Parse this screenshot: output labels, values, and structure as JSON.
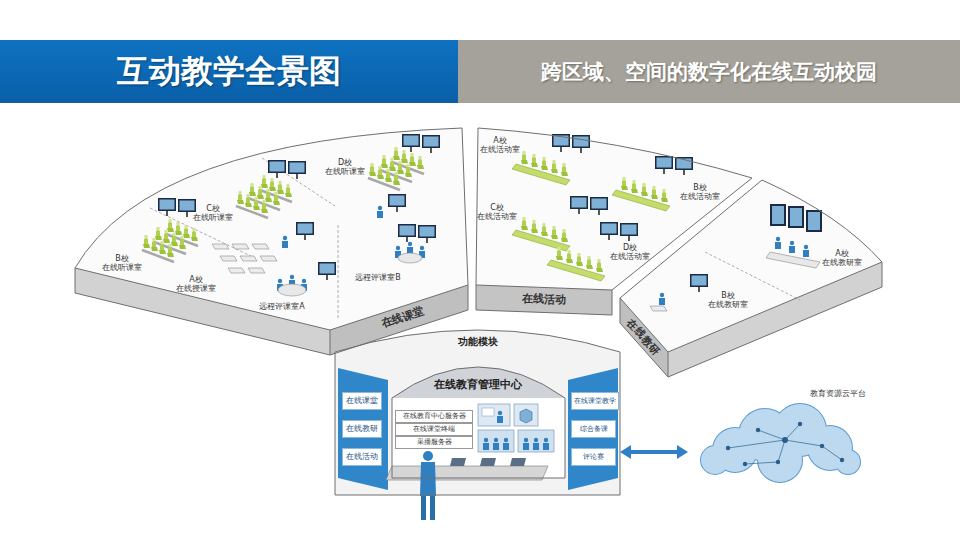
{
  "diagram": {
    "title": "互动教学全景图",
    "nodes": [
      {
        "text": [
          "在线课堂",
          "D校 在线听课室",
          "C校 在线听课室",
          "B校 在线听课室",
          "A校 在线授课室",
          "远程评课室B",
          "远程评课室A"
        ]
      },
      {
        "text": [
          "在线活动",
          "A校 在线活动室",
          "C校 在线活动室",
          "B校 在线活动室",
          "D校 在线活动室"
        ]
      },
      {
        "text": [
          "在线教研",
          "A校 在线教研室",
          "B校 在线教研室"
        ]
      },
      {
        "text": [
          "功能模块",
          "在线教育管理中心"
        ]
      },
      {
        "text": [
          "在线课堂"
        ],
        "in": 3
      },
      {
        "text": [
          "在线教研"
        ],
        "in": 3
      },
      {
        "text": [
          "在线活动"
        ],
        "in": 3
      },
      {
        "text": [
          "在线教育中心服务器"
        ],
        "in": 3
      },
      {
        "text": [
          "在线课堂终端"
        ],
        "in": 3
      },
      {
        "text": [
          "采播服务器"
        ],
        "in": 3
      },
      {
        "text": [
          "在线课堂教学"
        ],
        "in": 3
      },
      {
        "text": [
          "综合备课"
        ],
        "in": 3
      },
      {
        "text": [
          "评论赛"
        ],
        "in": 3
      },
      {
        "text": [
          "教育资源云平台"
        ]
      }
    ],
    "edges": [
      {
        "from": 3,
        "to": 13,
        "arrow": "both"
      }
    ],
    "labels": [
      "跨区域、空间的数字化在线互动校园"
    ]
  }
}
